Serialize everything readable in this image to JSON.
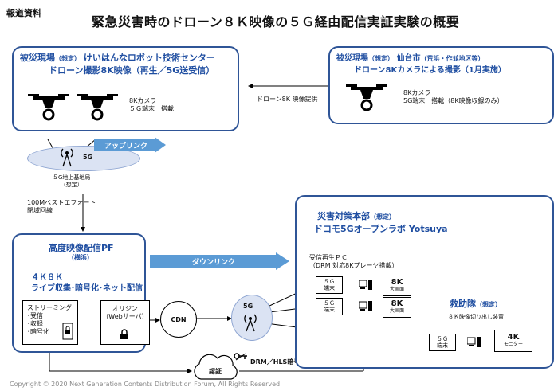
{
  "header": {
    "press_label": "報道資料",
    "title": "緊急災害時のドローン８Ｋ映像の５Ｇ経由配信実証実験の概要"
  },
  "left_site": {
    "line1_prefix": "被災現場",
    "line1_note": "（想定）",
    "line1_name": "けいはんなロボット技術センター",
    "line2": "ドローン撮影8K映像（再生／5G送受信）",
    "drone_label_line1": "8Kカメラ",
    "drone_label_line2": "５Ｇ端末　搭載"
  },
  "right_site": {
    "line1_prefix": "被災現場",
    "line1_note": "（想定）",
    "line1_name": "仙台市",
    "line1_area": "（荒浜・作並地区等）",
    "line2": "ドローン8Kカメラによる撮影（1月実施）",
    "drone_label_line1": "8Kカメラ",
    "drone_label_line2": "5G端末　搭載（8K映像収録のみ）"
  },
  "flow": {
    "drone_provide": "ドローン8K 映像提供",
    "uplink": "アップリンク",
    "downlink": "ダウンリンク",
    "best_effort_line1": "100Mベストエフォート",
    "best_effort_line2": "閉域回線",
    "drm": "DRM／HLS暗号化"
  },
  "base_station": {
    "label_5g": "5G",
    "name_line1": "５G地上基地局",
    "name_line2": "（想定）"
  },
  "pf": {
    "title": "高度映像配信PF",
    "subtitle": "（横浜）",
    "k_line": "４Ｋ８Ｋ",
    "k_desc": "ライブ収集･暗号化･ネット配信",
    "streaming_title": "ストリーミング",
    "streaming_items": [
      "･受信",
      "･収録",
      "･暗号化"
    ],
    "origin_line1": "オリジン",
    "origin_line2": "（Webサーバ）"
  },
  "network": {
    "cdn": "CDN",
    "g5": "5G",
    "auth": "認証"
  },
  "hq": {
    "title_main": "災害対策本部",
    "title_note": "（想定）",
    "subtitle": "ドコモ5Gオープンラボ Yotsuya",
    "pc_line1": "受信再生ＰＣ",
    "pc_line2": "（DRM 対応8Kプレーヤ搭載）",
    "terminal_line1": "５Ｇ",
    "terminal_line2": "端末",
    "screen_line1": "8K",
    "screen_line2": "大画面"
  },
  "rescue": {
    "title_main": "救助隊",
    "title_note": "（想定）",
    "desc": "８Ｋ映像切り出し装置",
    "terminal_line1": "５Ｇ",
    "terminal_line2": "端末",
    "monitor_line1": "4K",
    "monitor_line2": "モニター"
  },
  "footer": {
    "copyright": "Copyright © 2020 Next Generation Contents Distribution Forum, All Rights Reserved."
  }
}
